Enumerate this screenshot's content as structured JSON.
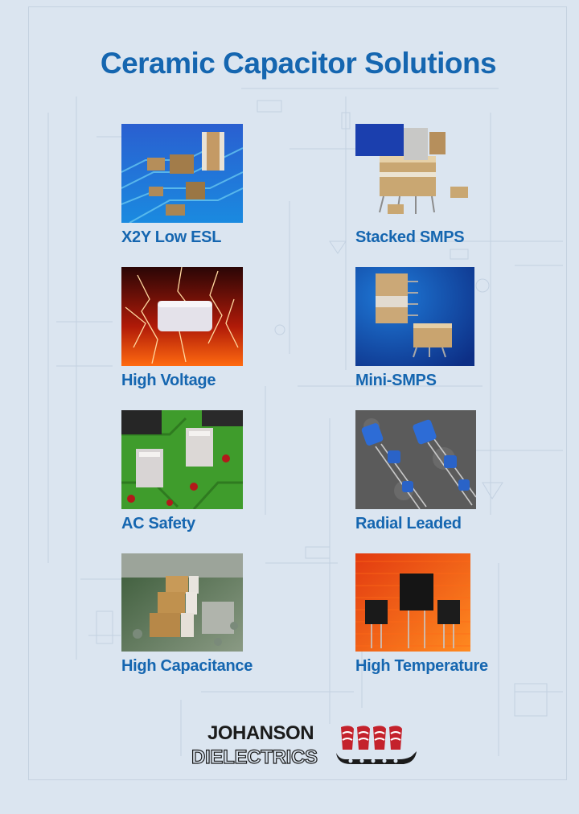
{
  "page": {
    "title": "Ceramic Capacitor Solutions"
  },
  "products": [
    {
      "name": "X2Y Low ESL"
    },
    {
      "name": "Stacked SMPS"
    },
    {
      "name": "High Voltage"
    },
    {
      "name": "Mini-SMPS"
    },
    {
      "name": "AC Safety"
    },
    {
      "name": "Radial Leaded"
    },
    {
      "name": "High Capacitance"
    },
    {
      "name": "High Temperature"
    }
  ],
  "logo": {
    "line1": "JOHANSON",
    "line2": "DIELECTRICS"
  },
  "colors": {
    "accent": "#1566b0",
    "background": "#dbe5f0"
  }
}
